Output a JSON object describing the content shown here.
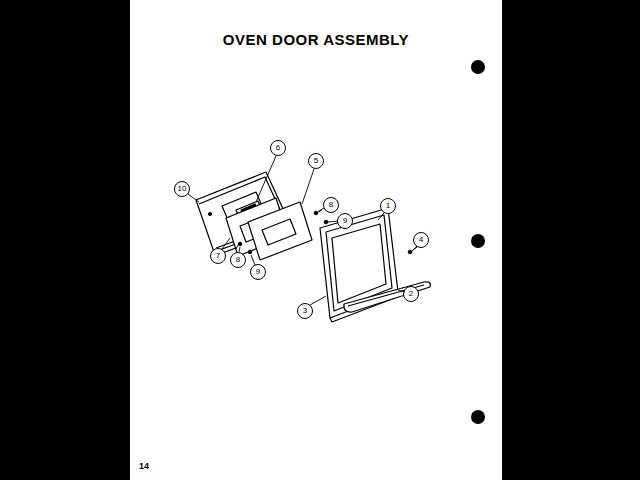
{
  "diagram": {
    "title": "OVEN DOOR ASSEMBLY",
    "labels": [
      "10",
      "6",
      "5",
      "8",
      "9",
      "7",
      "8",
      "9",
      "1",
      "4",
      "3",
      "2",
      "14"
    ]
  }
}
